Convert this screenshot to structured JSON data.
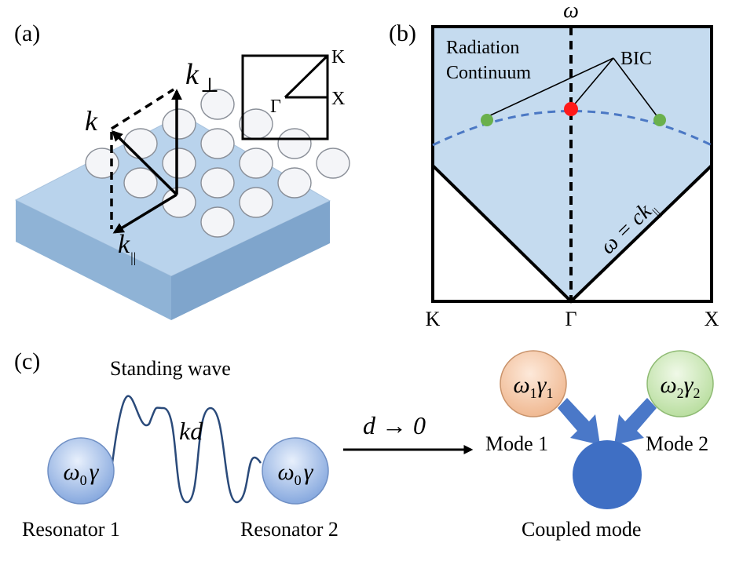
{
  "panel_a": {
    "label": "(a)",
    "k": "k",
    "k_perp_base": "k",
    "k_perp_sub": "⊥",
    "k_par_base": "k",
    "k_par_sub": "||",
    "bz": {
      "K": "K",
      "X": "X",
      "Gamma": "Γ"
    }
  },
  "panel_b": {
    "label": "(b)",
    "omega": "ω",
    "radiation_line1": "Radiation",
    "radiation_line2": "Continuum",
    "bic": "BIC",
    "light_line_base": "ω = ck",
    "light_line_sub": "||",
    "x_K": "K",
    "x_Gamma": "Γ",
    "x_X": "X"
  },
  "panel_c": {
    "label": "(c)",
    "standing_wave": "Standing wave",
    "kd": "kd",
    "res1_base": "ω",
    "res1_sub": "0",
    "res1_gamma": "γ",
    "res2_base": "ω",
    "res2_sub": "0",
    "res2_gamma": "γ",
    "resonator1": "Resonator 1",
    "resonator2": "Resonator 2",
    "arrow_label": "d → 0",
    "mode1_base": "ω",
    "mode1_sub": "1",
    "mode1_gamma": "γ",
    "mode1_gsub": "1",
    "mode2_base": "ω",
    "mode2_sub": "2",
    "mode2_gamma": "γ",
    "mode2_gsub": "2",
    "mode1": "Mode 1",
    "mode2": "Mode 2",
    "coupled": "Coupled mode"
  },
  "colors": {
    "continuum_fill": "#c5dbef",
    "slab_top": "#b9d3ec",
    "slab_side": "#8fb3d6",
    "hole": "#f4f5f8",
    "resonator": "#8fb2e6",
    "mode1": "#f4c9a7",
    "mode2": "#cde8bb",
    "coupled": "#3f6fc4",
    "bic_center": "#ff1a1a",
    "bic_side": "#6ab04c",
    "dashed_band": "#4b78c4",
    "wave": "#2a4a7a",
    "arrow_blue": "#4a78c8"
  }
}
